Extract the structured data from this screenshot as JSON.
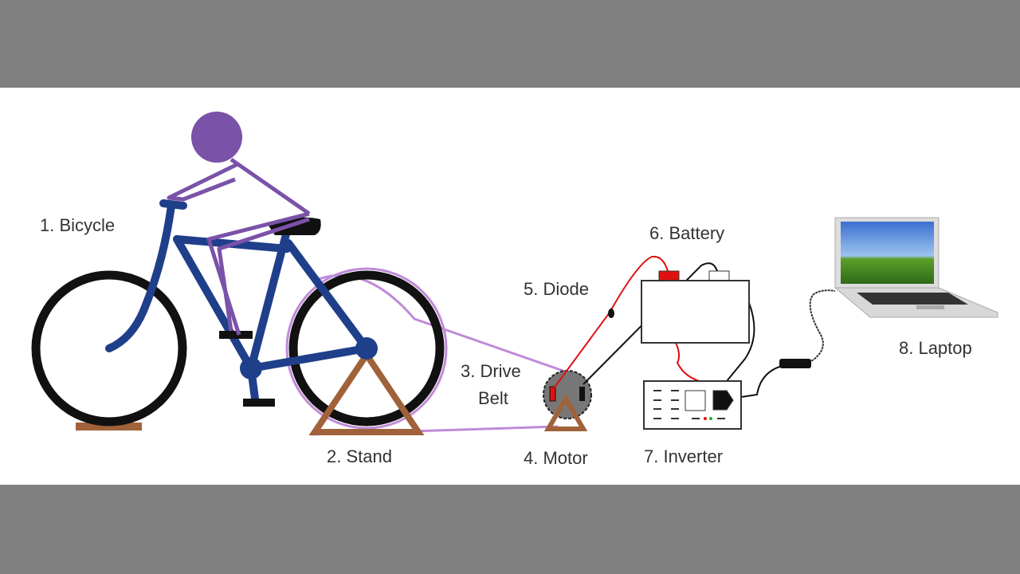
{
  "labels": {
    "bicycle": "1. Bicycle",
    "stand": "2. Stand",
    "drive_belt_line1": "3. Drive",
    "drive_belt_line2": "Belt",
    "motor": "4. Motor",
    "diode": "5. Diode",
    "battery": "6. Battery",
    "inverter": "7. Inverter",
    "laptop": "8. Laptop"
  },
  "colors": {
    "frame": "#1f3f8a",
    "rider": "#7a52a8",
    "belt": "#c08ad8",
    "stand": "#a0623a",
    "positive_wire": "#e01010",
    "background_band": "#808080"
  }
}
